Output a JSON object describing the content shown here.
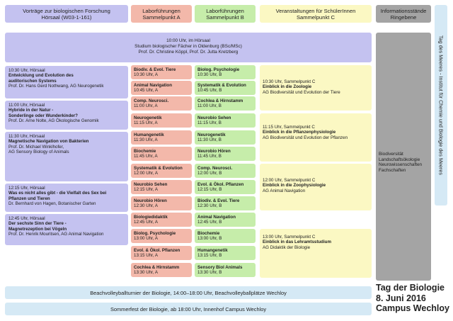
{
  "headers": {
    "col1": "Vorträge zur biologischen Forschung\nHörsaal (W03-1-161)",
    "col2": "Laborführungen\nSammelpunkt A",
    "col3": "Laborführungen\nSammelpunkt B",
    "col4": "Veranstaltungen für SchülerInnen\nSammelpunkt C",
    "col5": "Informationsstände\nRingebene"
  },
  "side_label": "Tag des Meeres - Institut für Chemie und Biologie des Meeres",
  "opening": {
    "line1": "10:00 Uhr, im Hörsaal",
    "line2": "Studium biologischer Fächer in Oldenburg (BSc/MSc)",
    "line3": "Prof. Dr. Christine Köppl, Prof. Dr. Jutta Kretzberg"
  },
  "talks": [
    {
      "time": "10:30 Uhr, Hörsaal",
      "title": "Entwicklung und Evolution des\nauditorischen Systems",
      "speaker": "Prof. Dr. Hans Gerd Nothwang, AG Neurogenetik"
    },
    {
      "time": "11:00 Uhr, Hörsaal",
      "title": "Hybride in der Natur -\nSonderlinge oder Wunderkinder?",
      "speaker": "Prof. Dr. Arne Nolte, AG Ökologische Genomik"
    },
    {
      "time": "11:30 Uhr, Hörsaal",
      "title": "Magnetische Navigation von Bakterien",
      "speaker": "Prof. Dr. Michael Winklhofer,\nAG Sensory Biology of Animals"
    },
    {
      "time": "12:15 Uhr, Hörsaal",
      "title": "Was es nicht alles gibt - die Vielfalt des Sex bei\nPflanzen und Tieren",
      "speaker": "Dr. Bernhard von Hagen, Botanischer Garten"
    },
    {
      "time": "12:45 Uhr, Hörsaal",
      "title": "Der sechste Sinn der Tiere -\nMagnetrezeption bei Vögeln",
      "speaker": "Prof. Dr. Henrik Mouritsen, AG Animal Navigation"
    }
  ],
  "lab_a": [
    {
      "title": "Biodiv. & Evol. Tiere",
      "time": "10:30 Uhr, A"
    },
    {
      "title": "Animal Navigation",
      "time": "10:45 Uhr, A"
    },
    {
      "title": "Comp. Neurosci.",
      "time": "11:00 Uhr, A"
    },
    {
      "title": "Neurogenetik",
      "time": "11:15 Uhr, A"
    },
    {
      "title": "Humangenetik",
      "time": "11:30 Uhr, A"
    },
    {
      "title": "Biochemie",
      "time": "11:45 Uhr, A"
    },
    {
      "title": "Systematik & Evolution",
      "time": "12:00 Uhr, A"
    },
    {
      "title": "Neurobio Sehen",
      "time": "12:15 Uhr, A"
    },
    {
      "title": "Neurobio Hören",
      "time": "12:30 Uhr, A"
    },
    {
      "title": "Biologiedidaktik",
      "time": "12:45 Uhr, A"
    },
    {
      "title": "Biolog. Psychologie",
      "time": "13:00 Uhr, A"
    },
    {
      "title": "Evol. & Ökol. Pflanzen",
      "time": "13:15 Uhr, A"
    },
    {
      "title": "Cochlea & Hirnstamm",
      "time": "13:30 Uhr, A"
    }
  ],
  "lab_b": [
    {
      "title": "Biolog. Psychologie",
      "time": "10:30 Uhr, B"
    },
    {
      "title": "Systematik & Evolution",
      "time": "10:45 Uhr, B"
    },
    {
      "title": "Cochlea & Hirnstamm",
      "time": "11:00 Uhr, B"
    },
    {
      "title": "Neurobio Sehen",
      "time": "11:15 Uhr, B"
    },
    {
      "title": "Neurogenetik",
      "time": "11:30 Uhr, B"
    },
    {
      "title": "Neurobio Hören",
      "time": "11:45 Uhr, B"
    },
    {
      "title": "Comp. Neurosci.",
      "time": "12:00 Uhr, B"
    },
    {
      "title": "Evol. & Ökol. Pflanzen",
      "time": "12:15 Uhr, B"
    },
    {
      "title": "Biodiv. & Evol. Tiere",
      "time": "12:30 Uhr, B"
    },
    {
      "title": "Animal Navigation",
      "time": "12:45 Uhr, B"
    },
    {
      "title": "Biochemie",
      "time": "13:00 Uhr, B"
    },
    {
      "title": "Humangenetik",
      "time": "13:15 Uhr, B"
    },
    {
      "title": "Sensory Biol Animals",
      "time": "13:30 Uhr, B"
    }
  ],
  "school": [
    {
      "time": "10:30 Uhr, Sammelpunkt C",
      "title": "Einblick in die Zoologie",
      "group": "AG Biodiversität und Evolution der Tiere"
    },
    {
      "time": "11:15 Uhr, Sammelpunkt C",
      "title": "Einblick in die Pflanzenphysiologie",
      "group": "AG Biodiversität und Evolution der Pflanzen"
    },
    {
      "time": "12:00 Uhr, Sammelpunkt C",
      "title": "Einblick in die Zoophysiologie",
      "group": "AG Animal Navigation"
    },
    {
      "time": "13:00 Uhr, Sammelpunkt C",
      "title": "Einblick in das Lehramtsstudium",
      "group": "AG Didaktik der Biologie"
    }
  ],
  "info_stands": [
    "Biodiversität",
    "Landschaftsökologie",
    "Neurowissenschaften",
    "Fachschaften"
  ],
  "footer": {
    "beach": "Beachvolleyballturnier der Biologie, 14:00–18:00 Uhr, Beachvolleyballplätze Wechloy",
    "summer": "Sommerfest der Biologie, ab 18:00 Uhr, Innenhof Campus Wechloy"
  },
  "event_title": {
    "line1": "Tag der Biologie",
    "line2": "8. Juni 2016",
    "line3": "Campus Wechloy"
  },
  "colors": {
    "lecture": "#c4c2f0",
    "lab_a": "#f3b8aa",
    "lab_b": "#c6edaa",
    "school": "#fbf8c3",
    "info": "#a4a4a4",
    "side": "#d5e9f5"
  }
}
